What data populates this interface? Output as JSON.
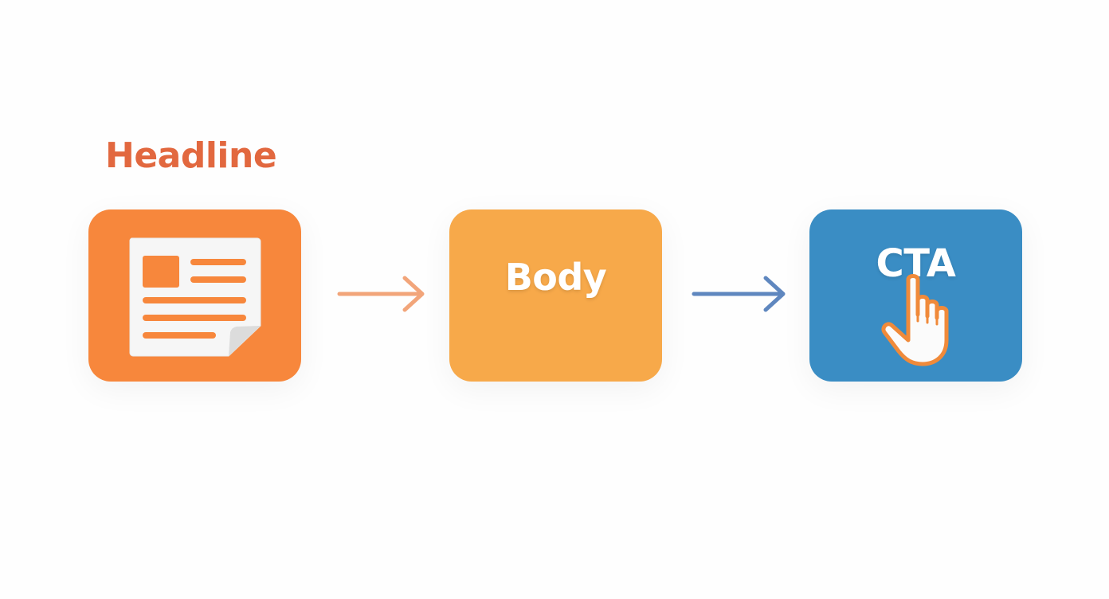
{
  "diagram": {
    "headline_label": "Headline",
    "steps": [
      {
        "label": "Body"
      },
      {
        "label": "CTA"
      }
    ]
  },
  "colors": {
    "headline_text": "#e2683f",
    "headline_box": "#f7873c",
    "body_box": "#f7a94a",
    "cta_box": "#3a8dc4",
    "arrow_1": "#f2a57a",
    "arrow_2": "#5f87bf",
    "doc_paper": "#f6f6f6",
    "hand_outline": "#f08a3a"
  },
  "icons": [
    "document-icon",
    "arrow-right-icon",
    "hand-pointer-icon"
  ]
}
